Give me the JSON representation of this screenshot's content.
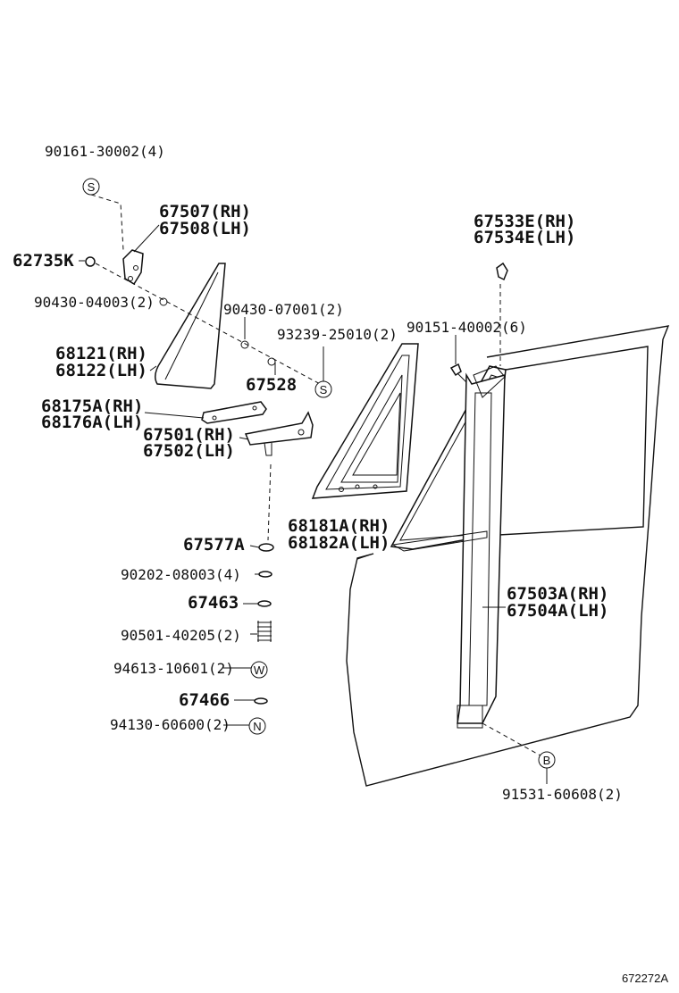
{
  "labels": {
    "p90161": "90161-30002(4)",
    "p67507": "67507(RH)",
    "p67508": "67508(LH)",
    "p62735K": "62735K",
    "p90430a": "90430-04003(2)",
    "p90430b": "90430-07001(2)",
    "p68121": "68121(RH)",
    "p68122": "68122(LH)",
    "p93239": "93239-25010(2)",
    "p67528": "67528",
    "p68175A": "68175A(RH)",
    "p68176A": "68176A(LH)",
    "p67501": "67501(RH)",
    "p67502": "67502(LH)",
    "p67533E": "67533E(RH)",
    "p67534E": "67534E(LH)",
    "p90151": "90151-40002(6)",
    "p68181A": "68181A(RH)",
    "p68182A": "68182A(LH)",
    "p67577A": "67577A",
    "p90202": "90202-08003(4)",
    "p67463": "67463",
    "p90501": "90501-40205(2)",
    "p94613": "94613-10601(2)",
    "p67466": "67466",
    "p94130": "94130-60600(2)",
    "p67503A": "67503A(RH)",
    "p67504A": "67504A(LH)",
    "p91531": "91531-60608(2)"
  },
  "symbols": {
    "screw": "S",
    "bolt": "B",
    "washer": "W",
    "nut": "N"
  },
  "diagram_id": "672272A"
}
